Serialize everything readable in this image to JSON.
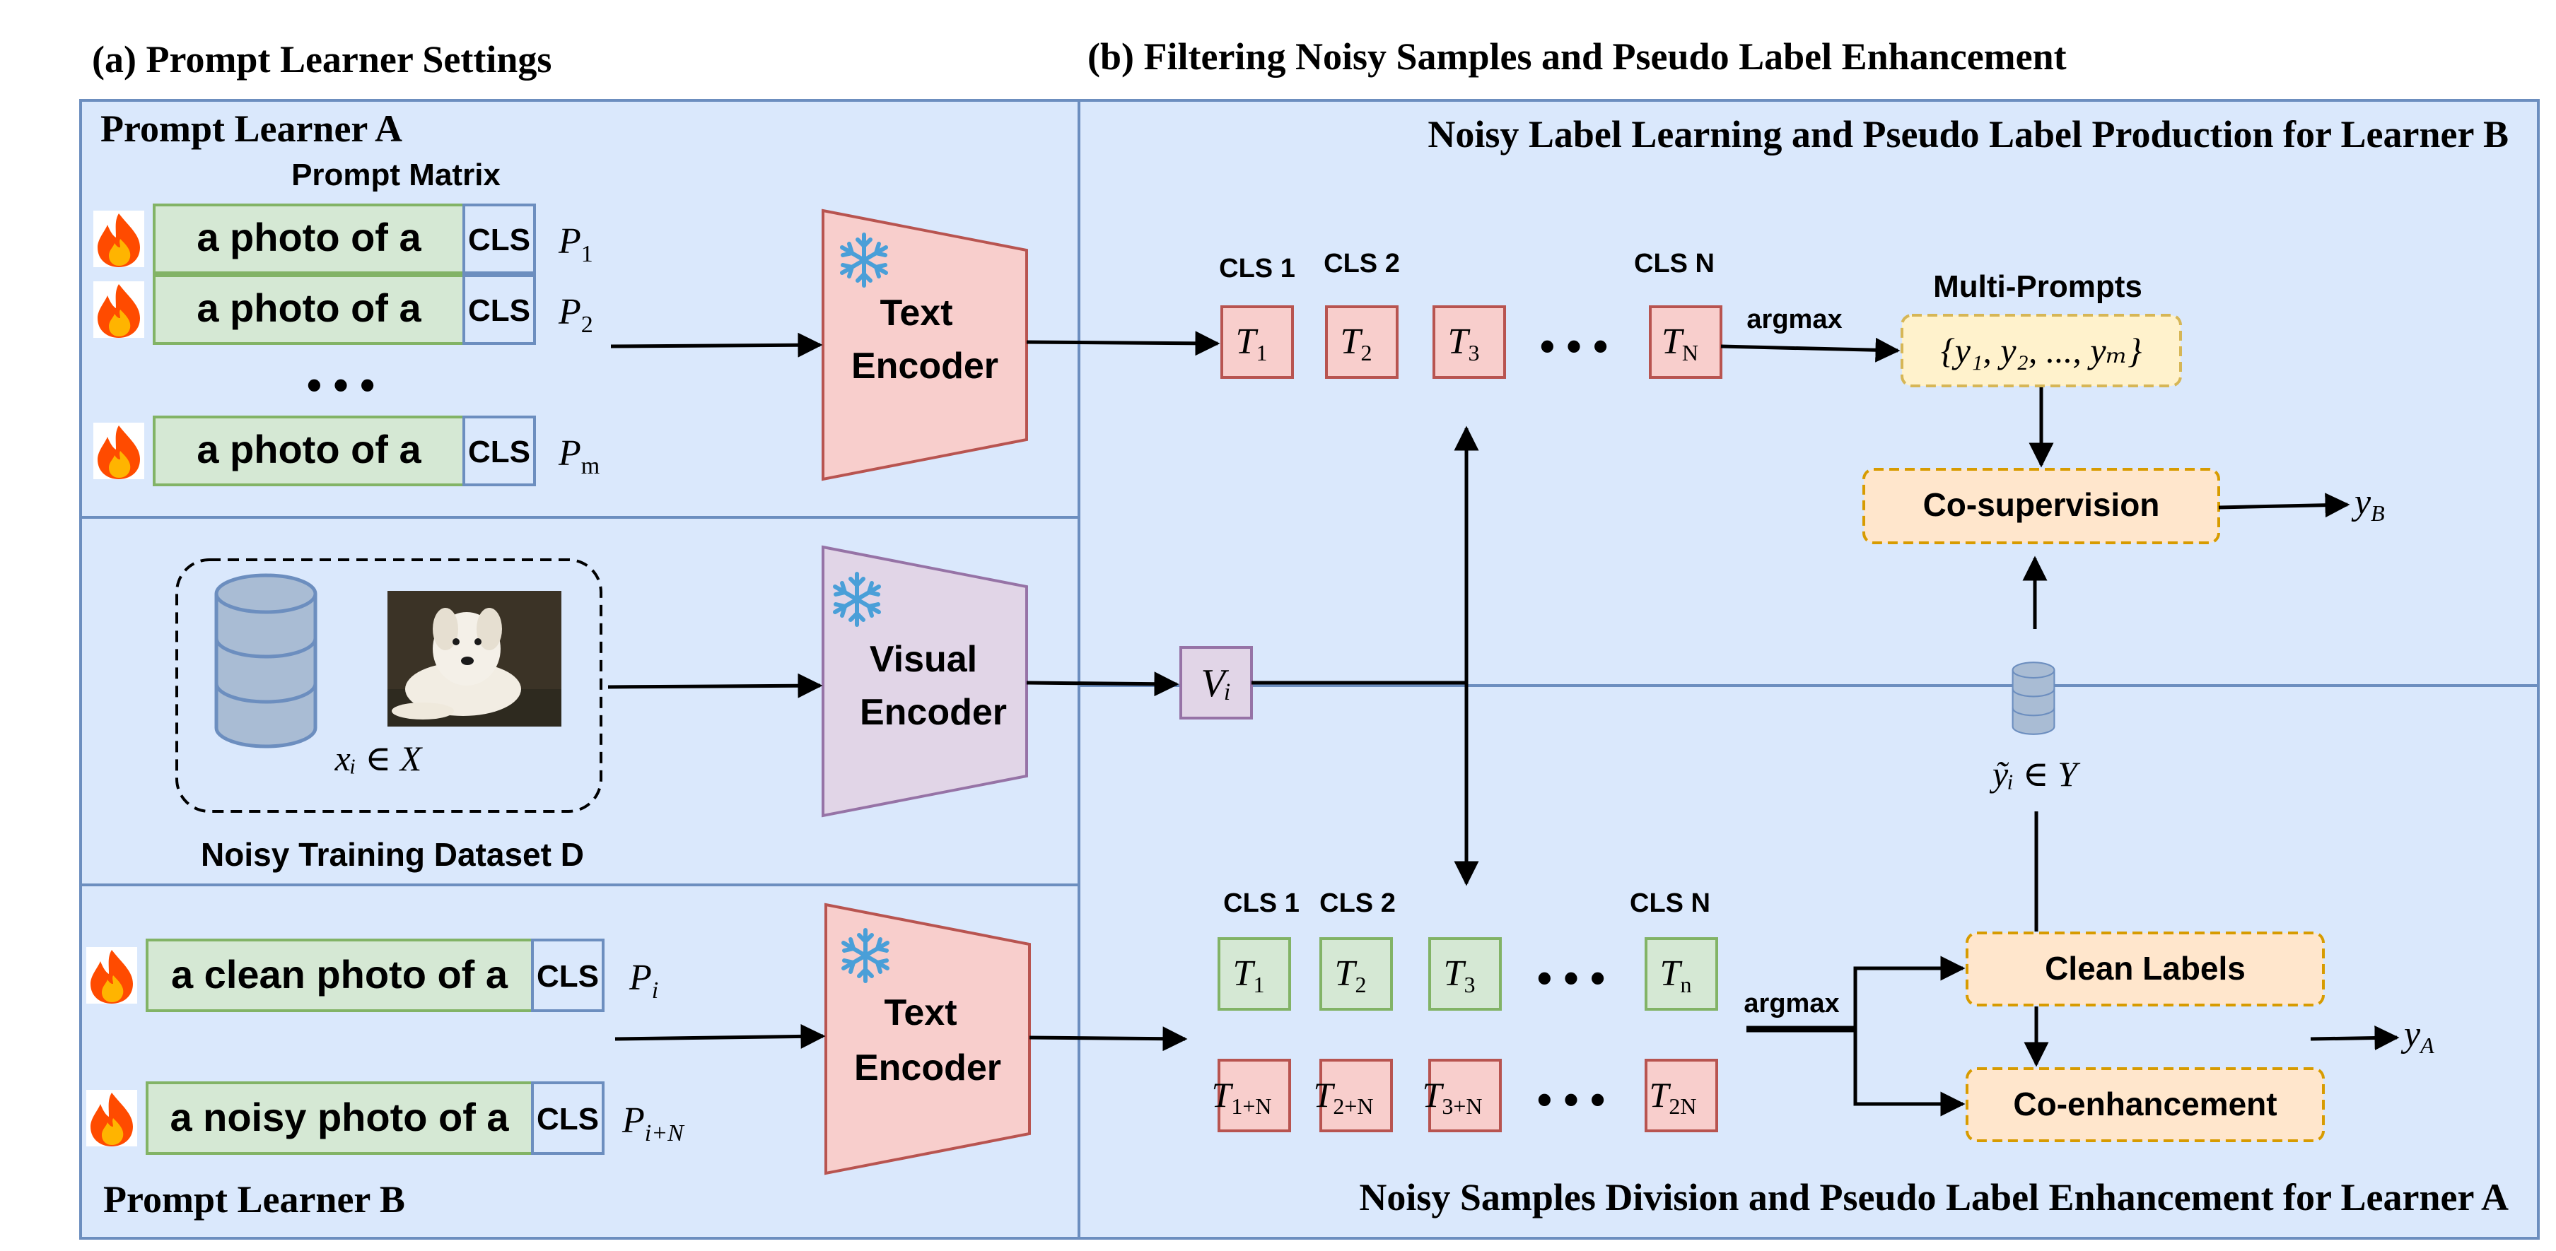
{
  "headings": {
    "part_a": "(a) Prompt Learner Settings",
    "part_b": "(b) Filtering Noisy Samples and Pseudo Label Enhancement"
  },
  "learner_a": {
    "title": "Prompt Learner A",
    "matrix_label": "Prompt Matrix",
    "prompts": [
      {
        "text": "a photo of a",
        "cls": "CLS",
        "symbol": "P",
        "subscript": "1"
      },
      {
        "text": "a photo of a",
        "cls": "CLS",
        "symbol": "P",
        "subscript": "2"
      },
      {
        "text": "a photo of a",
        "cls": "CLS",
        "symbol": "P",
        "subscript": "m"
      }
    ],
    "ellipsis": "• • •",
    "encoder_label_1": "Text",
    "encoder_label_2": "Encoder"
  },
  "dataset": {
    "sample_label": "xᵢ ∈ X",
    "caption": "Noisy Training Dataset D",
    "encoder_label_1": "Visual",
    "encoder_label_2": "Encoder",
    "visual_feature": "Vᵢ"
  },
  "learner_b": {
    "title": "Prompt Learner B",
    "prompts": [
      {
        "text": "a clean photo of a",
        "cls": "CLS",
        "symbol": "P",
        "subscript": "i"
      },
      {
        "text": "a noisy photo of a",
        "cls": "CLS",
        "symbol": "P",
        "subscript": "i+N"
      }
    ],
    "encoder_label_1": "Text",
    "encoder_label_2": "Encoder"
  },
  "top_section": {
    "title": "Noisy Label Learning and Pseudo Label Production for Learner B",
    "cls_headers": [
      "CLS 1",
      "CLS 2",
      "CLS N"
    ],
    "features": [
      {
        "symbol": "T",
        "subscript": "1"
      },
      {
        "symbol": "T",
        "subscript": "2"
      },
      {
        "symbol": "T",
        "subscript": "3"
      },
      {
        "symbol": "T",
        "subscript": "N"
      }
    ],
    "ellipsis": "• • •",
    "argmax": "argmax",
    "multi_prompts_title": "Multi-Prompts",
    "multi_prompts_set": "{y₁, y₂, ..., yₘ}",
    "cosupervision": "Co-supervision",
    "output": "y",
    "output_sub": "B"
  },
  "middle": {
    "noisy_labels": "ỹᵢ ∈ Y"
  },
  "bottom_section": {
    "title": "Noisy Samples Division and Pseudo Label Enhancement for Learner A",
    "cls_headers": [
      "CLS 1",
      "CLS 2",
      "CLS N"
    ],
    "clean_features": [
      {
        "symbol": "T",
        "subscript": "1"
      },
      {
        "symbol": "T",
        "subscript": "2"
      },
      {
        "symbol": "T",
        "subscript": "3"
      },
      {
        "symbol": "T",
        "subscript": "n"
      }
    ],
    "noisy_features": [
      {
        "symbol": "T",
        "subscript": "1+N"
      },
      {
        "symbol": "T",
        "subscript": "2+N"
      },
      {
        "symbol": "T",
        "subscript": "3+N"
      },
      {
        "symbol": "T",
        "subscript": "2N"
      }
    ],
    "ellipsis": "• • •",
    "argmax": "argmax",
    "clean_labels": "Clean Labels",
    "coenhancement": "Co-enhancement",
    "output": "y",
    "output_sub": "A"
  },
  "colors": {
    "panel_fill": "#dae8fc",
    "panel_stroke": "#6c8ebf",
    "prompt_fill": "#d5e8d4",
    "prompt_stroke": "#82b366",
    "text_encoder_fill": "#f8cecc",
    "text_encoder_stroke": "#b85450",
    "visual_encoder_fill": "#e1d5e7",
    "visual_encoder_stroke": "#9673a6",
    "yellow_fill": "#fff2cc",
    "yellow_stroke": "#d6b656",
    "orange_fill": "#ffe6cc",
    "orange_stroke": "#d79b00",
    "snowflake": "#4a9fd8",
    "fire": "#ff4b00"
  }
}
